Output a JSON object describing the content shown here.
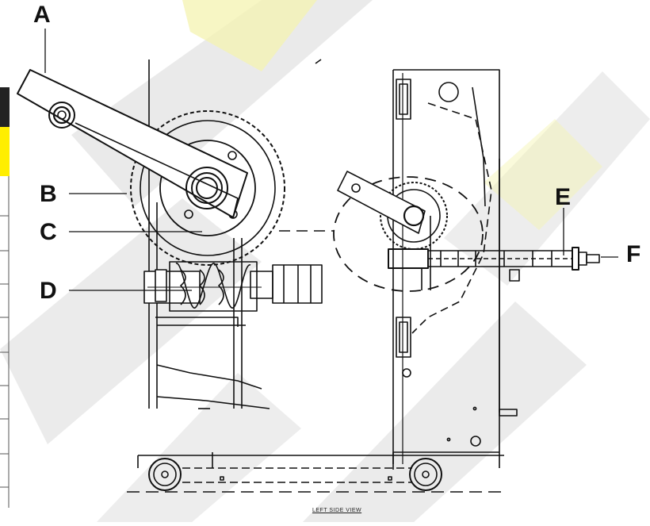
{
  "callouts": {
    "a": "A",
    "b": "B",
    "c": "C",
    "d": "D",
    "e": "E",
    "f": "F"
  },
  "caption": "LEFT SIDE VIEW",
  "colors": {
    "line": "#111111",
    "watermark_gray": "#d4d4d4",
    "watermark_yellow": "#f7f6c4",
    "side_tab_yellow": "#ffee00",
    "side_tab_dark": "#222222"
  }
}
